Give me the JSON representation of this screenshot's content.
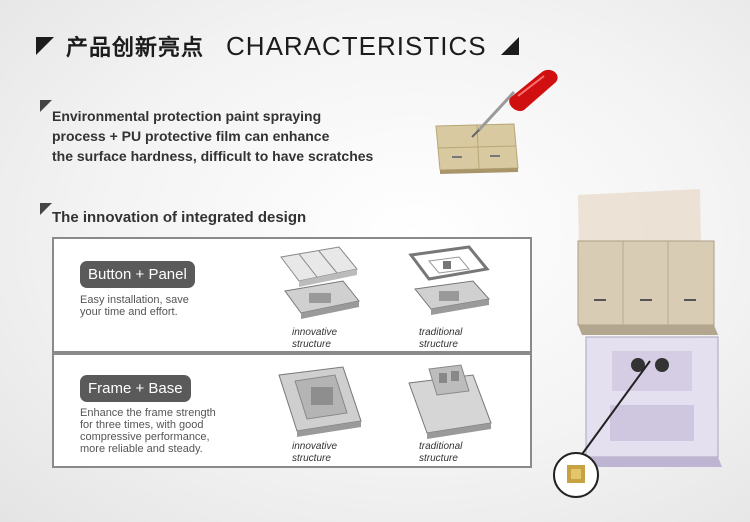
{
  "header": {
    "title_cn": "产品创新亮点",
    "title_en": "CHARACTERISTICS"
  },
  "feature1": {
    "lines": [
      "Environmental protection paint spraying",
      "process + PU protective film can enhance",
      "the surface hardness, difficult to have scratches"
    ]
  },
  "feature2": {
    "title": "The innovation of integrated design",
    "rows": [
      {
        "label": "Button + Panel",
        "desc": [
          "Easy installation, save",
          "your time and effort."
        ],
        "captions": [
          [
            "innovative",
            "structure"
          ],
          [
            "traditional",
            "structure"
          ]
        ]
      },
      {
        "label": "Frame + Base",
        "desc": [
          "Enhance the frame strength",
          "for three times, with good",
          "compressive performance,",
          "more reliable and steady."
        ],
        "captions": [
          [
            "innovative",
            "structure"
          ],
          [
            "traditional",
            "structure"
          ]
        ]
      }
    ]
  },
  "colors": {
    "dark": "#1c1c1c",
    "pill": "#5a5a5a",
    "screwdriver": "#d01010",
    "gold_panel": "#d9c9a0"
  }
}
